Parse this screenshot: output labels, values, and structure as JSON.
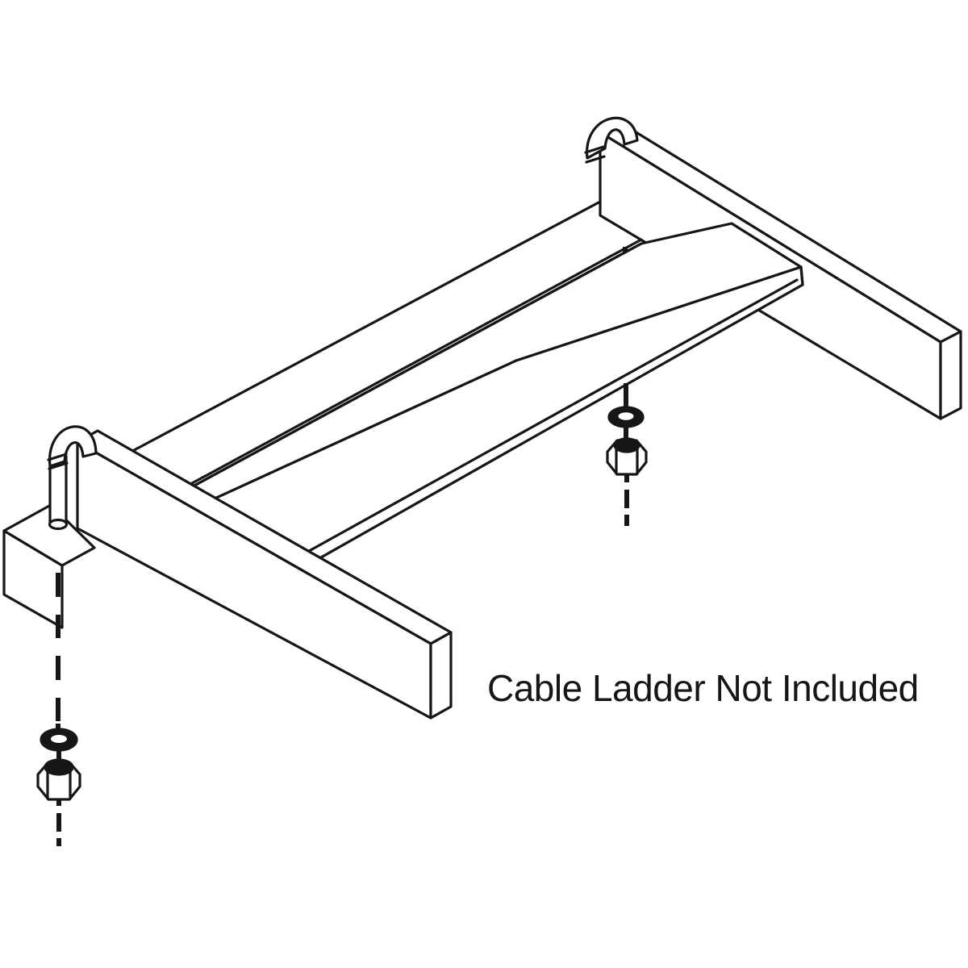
{
  "caption": {
    "text": "Cable Ladder Not Included"
  },
  "colors": {
    "line": "#161616",
    "background": "#ffffff"
  },
  "figure": {
    "type": "isometric-line-drawing",
    "subject": "cable-ladder-wall-support-kit",
    "parts": {
      "ladder_rail_near": "cable ladder side rail (near)",
      "ladder_rail_far": "cable ladder side rail (far)",
      "ladder_rung": "cable ladder rung",
      "support_bar": "support bar",
      "wall_bracket": "wall angle bracket",
      "j_bolt_left": "J-bolt (near rail)",
      "j_bolt_right": "J-bolt (far rail)",
      "washer_left": "flat washer",
      "washer_right": "flat washer",
      "nut_left": "hex nut",
      "nut_right": "hex nut"
    }
  }
}
